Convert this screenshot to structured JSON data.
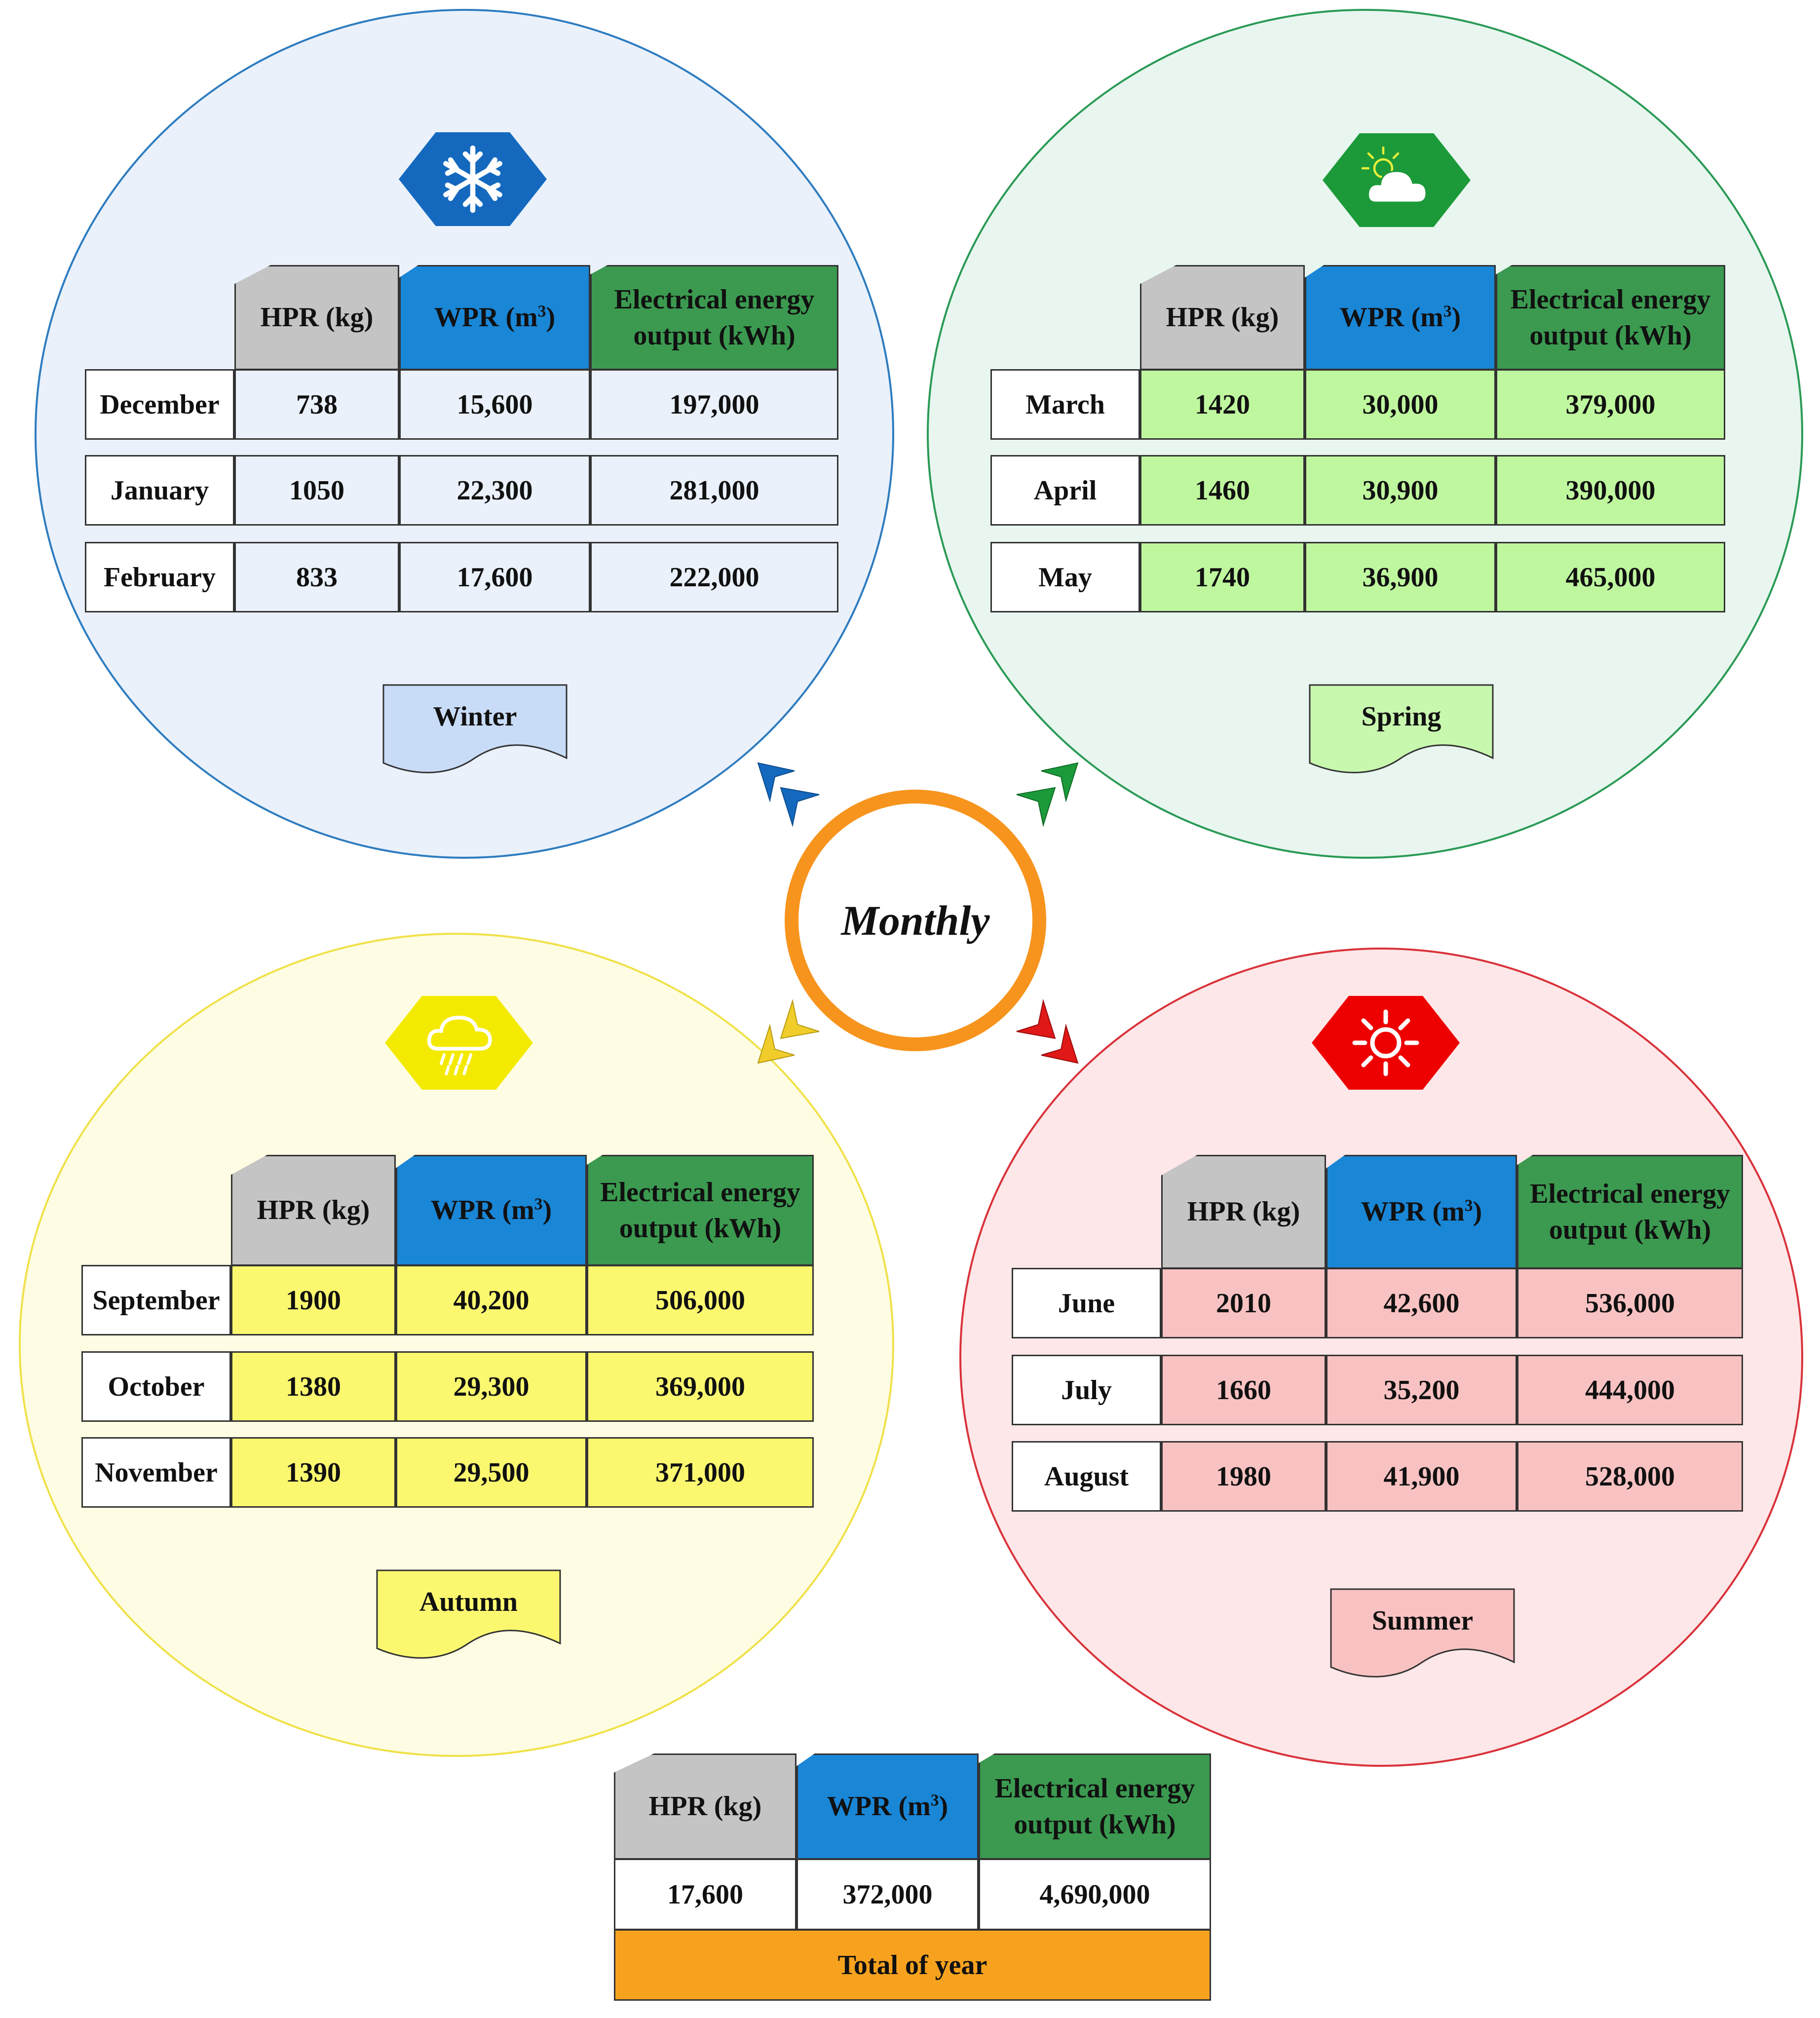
{
  "center_label": "Monthly",
  "headers": {
    "hpr": "HPR (kg)",
    "wpr_prefix": "WPR (m",
    "wpr_sup": "3",
    "wpr_suffix": ")",
    "eeo_line1": "Electrical energy",
    "eeo_line2": "output (kWh)"
  },
  "seasons": {
    "winter": {
      "label": "Winter",
      "icon": "snowflake-icon",
      "colors": {
        "circle": "#eaf1fb",
        "border": "#2e7cbf",
        "cell": "#eaf1fb",
        "label": "#c9dcf7",
        "icon": "#1469bf"
      },
      "rows": [
        {
          "month": "December",
          "hpr": "738",
          "wpr": "15,600",
          "eeo": "197,000"
        },
        {
          "month": "January",
          "hpr": "1050",
          "wpr": "22,300",
          "eeo": "281,000"
        },
        {
          "month": "February",
          "hpr": "833",
          "wpr": "17,600",
          "eeo": "222,000"
        }
      ]
    },
    "spring": {
      "label": "Spring",
      "icon": "partly-cloudy-icon",
      "colors": {
        "circle": "#e8f6ef",
        "border": "#2a9a55",
        "cell": "#bff79f",
        "label": "#c8f7ae",
        "icon": "#1c9a3a"
      },
      "rows": [
        {
          "month": "March",
          "hpr": "1420",
          "wpr": "30,000",
          "eeo": "379,000"
        },
        {
          "month": "April",
          "hpr": "1460",
          "wpr": "30,900",
          "eeo": "390,000"
        },
        {
          "month": "May",
          "hpr": "1740",
          "wpr": "36,900",
          "eeo": "465,000"
        }
      ]
    },
    "autumn": {
      "label": "Autumn",
      "icon": "rain-cloud-icon",
      "colors": {
        "circle": "#fefde3",
        "border": "#f0e14a",
        "cell": "#fbf870",
        "label": "#fbf870",
        "icon": "#f4ea00"
      },
      "rows": [
        {
          "month": "September",
          "hpr": "1900",
          "wpr": "40,200",
          "eeo": "506,000"
        },
        {
          "month": "October",
          "hpr": "1380",
          "wpr": "29,300",
          "eeo": "369,000"
        },
        {
          "month": "November",
          "hpr": "1390",
          "wpr": "29,500",
          "eeo": "371,000"
        }
      ]
    },
    "summer": {
      "label": "Summer",
      "icon": "sun-icon",
      "colors": {
        "circle": "#fde7e8",
        "border": "#d9323a",
        "cell": "#f9c2c2",
        "label": "#f9c2c2",
        "icon": "#ee0000"
      },
      "rows": [
        {
          "month": "June",
          "hpr": "2010",
          "wpr": "42,600",
          "eeo": "536,000"
        },
        {
          "month": "July",
          "hpr": "1660",
          "wpr": "35,200",
          "eeo": "444,000"
        },
        {
          "month": "August",
          "hpr": "1980",
          "wpr": "41,900",
          "eeo": "528,000"
        }
      ]
    }
  },
  "total": {
    "hpr": "17,600",
    "wpr": "372,000",
    "eeo": "4,690,000",
    "label": "Total of year",
    "bar_color": "#f7a21e"
  },
  "arrow_colors": {
    "winter": "#1469bf",
    "spring": "#1c9a3a",
    "autumn": "#f0cd2a",
    "summer": "#e01818"
  }
}
